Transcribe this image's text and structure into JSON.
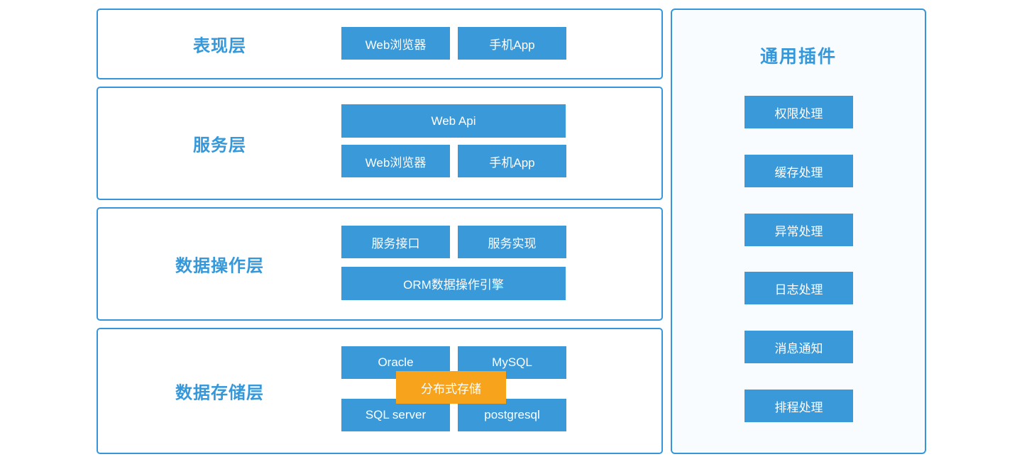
{
  "colors": {
    "accent_blue": "#3498db",
    "node_blue": "#3a99d8",
    "border_blue": "#3795d9",
    "badge_orange": "#f7a31c",
    "panel_background": "#f8fcff",
    "page_background": "#ffffff"
  },
  "layers": [
    {
      "label": "表现层",
      "rows": [
        {
          "buttons": [
            "Web浏览器",
            "手机App"
          ]
        }
      ]
    },
    {
      "label": "服务层",
      "rows": [
        {
          "buttons": [
            "Web Api"
          ]
        },
        {
          "buttons": [
            "Web浏览器",
            "手机App"
          ]
        }
      ]
    },
    {
      "label": "数据操作层",
      "rows": [
        {
          "buttons": [
            "服务接口",
            "服务实现"
          ]
        },
        {
          "buttons": [
            "ORM数据操作引擎"
          ]
        }
      ]
    },
    {
      "label": "数据存储层",
      "rows": [
        {
          "buttons": [
            "Oracle",
            "MySQL"
          ]
        },
        {
          "buttons": [
            "SQL server",
            "postgresql"
          ]
        }
      ],
      "badge": "分布式存储"
    }
  ],
  "plugins_panel": {
    "title": "通用插件",
    "items": [
      "权限处理",
      "缓存处理",
      "异常处理",
      "日志处理",
      "消息通知",
      "排程处理"
    ]
  }
}
